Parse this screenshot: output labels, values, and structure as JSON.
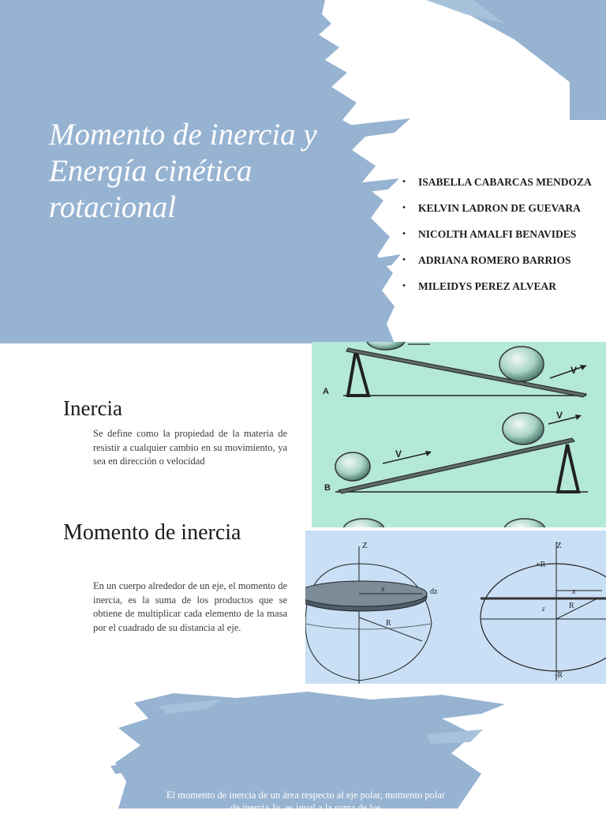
{
  "slide": {
    "title": "Momento de inercia y Energía cinética rotacional",
    "authors": [
      "ISABELLA CABARCAS MENDOZA",
      "KELVIN LADRON DE GUEVARA",
      "NICOLTH AMALFI BENAVIDES",
      "ADRIANA ROMERO BARRIOS",
      "MILEIDYS PEREZ ALVEAR"
    ]
  },
  "section_inercia": {
    "heading": "Inercia",
    "text": "Se define como la propiedad de la materia de resistir a cualquier cambio en su movimiento, ya sea en dirección o velocidad"
  },
  "section_momento": {
    "heading": "Momento de inercia",
    "text": "En un cuerpo alrededor de un eje, el momento de inercia, es la suma de los productos que se obtiene de multiplicar cada elemento de la masa por el cuadrado de su distancia al eje."
  },
  "figure_ramps": {
    "label_a": "A",
    "label_b": "B",
    "vector_label": "V"
  },
  "figure_spheres": {
    "z": "Z",
    "x": "x",
    "r": "R",
    "dz": "dz",
    "plus_r": "+R",
    "minus_r": "-R",
    "small_z": "z"
  },
  "footer": {
    "text": "El momento de inercia de un área respecto al eje polar, momento polar de inercia Jo, es igual a la suma de los"
  },
  "colors": {
    "brush_blue": "#97b3d2",
    "ramp_bg": "#b4e8d8",
    "sphere_bg": "#c8dff5"
  }
}
